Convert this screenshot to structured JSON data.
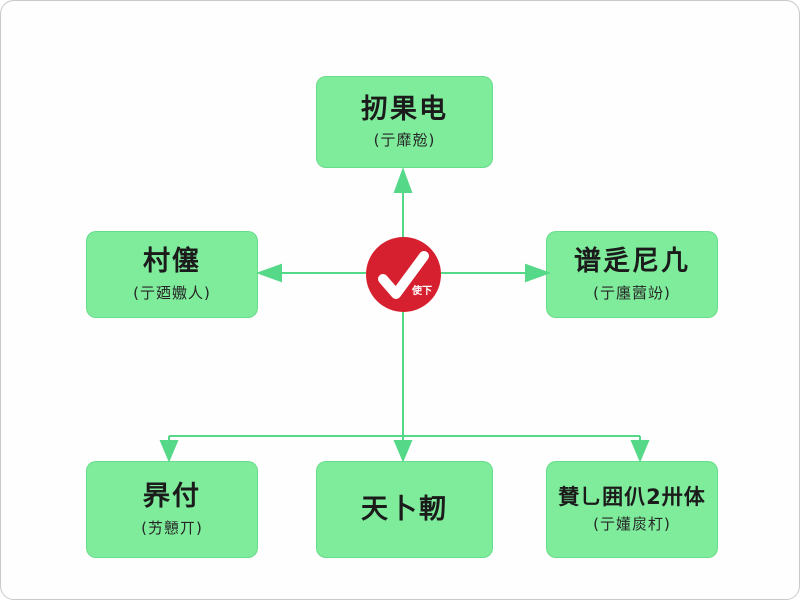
{
  "diagram": {
    "type": "hub-and-spoke-flowchart",
    "colors": {
      "box_green": "#7eec9b",
      "arrow_green": "#55d989",
      "center_red": "#d7202f",
      "text_dark": "#1b1b1b",
      "page_bg": "#fefefe",
      "page_border": "#c9c9c9"
    },
    "center": {
      "icon": "checkmark-icon",
      "label": "使下"
    },
    "nodes": [
      {
        "id": "top",
        "title": "扨果电",
        "subtitle": "(亍靡兝)"
      },
      {
        "id": "left",
        "title": "村僿",
        "subtitle": "(亍廼嫐人)"
      },
      {
        "id": "right",
        "title": "谱辵尼凣",
        "subtitle": "(亍廛蒏竕)"
      },
      {
        "id": "bottom-left",
        "title": "昦付",
        "subtitle": "(艻戅丌)"
      },
      {
        "id": "bottom-middle",
        "title": "天卜軔",
        "subtitle": ""
      },
      {
        "id": "bottom-right",
        "title": "賛乚囲仈2卅体",
        "subtitle": "(亍嬞扊朾)"
      }
    ]
  }
}
